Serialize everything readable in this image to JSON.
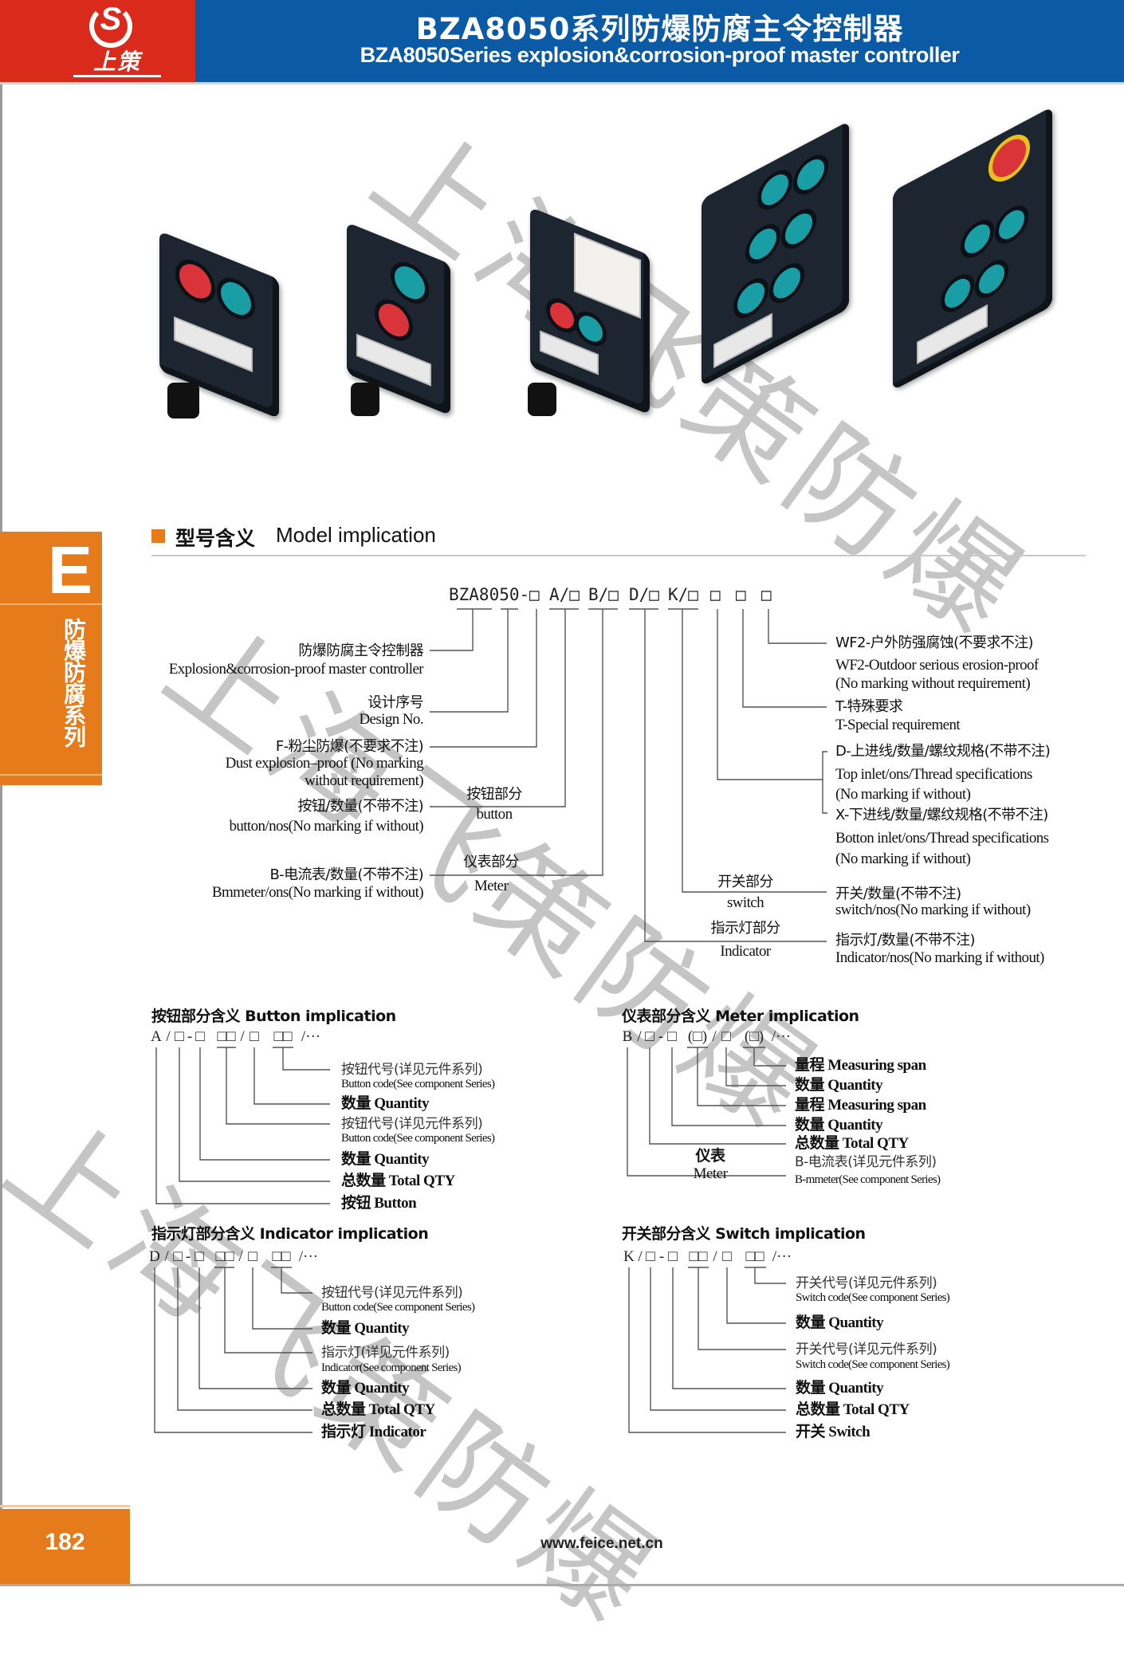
{
  "header": {
    "logo_letter": "S",
    "logo_text": "上策",
    "title_cn": "BZA8050系列防爆防腐主令控制器",
    "title_en": "BZA8050Series explosion&corrosion-proof master controller"
  },
  "side_tab": {
    "letter": "E",
    "label": "防爆防腐系列"
  },
  "watermark": "上海飞策防爆",
  "colors": {
    "brand_red": "#d92a1c",
    "brand_blue": "#0b5aa6",
    "accent_orange": "#e57b1a",
    "button_teal": "#1a9ea6"
  },
  "model": {
    "title_cn": "型号含义",
    "title_en": "Model implication",
    "code": [
      "BZA8050-",
      "□",
      "A/□",
      "B/□",
      "D/□",
      "K/□",
      "□",
      "□",
      "□"
    ],
    "left": [
      {
        "cn": "防爆防腐主令控制器",
        "en": "Explosion&corrosion-proof master controller"
      },
      {
        "cn": "设计序号",
        "en": "Design No."
      },
      {
        "cn": "F-粉尘防爆(不要求不注)",
        "en": "Dust explosion–proof (No marking",
        "en2": "without requirement)"
      },
      {
        "cn": "按钮/数量(不带不注)",
        "en": "button/nos(No marking if without)"
      },
      {
        "cn": "B-电流表/数量(不带不注)",
        "en": "Bmmeter/ons(No marking if without)"
      }
    ],
    "mid": [
      {
        "cn": "按钮部分",
        "en": "button"
      },
      {
        "cn": "仪表部分",
        "en": "Meter"
      },
      {
        "cn": "开关部分",
        "en": "switch"
      },
      {
        "cn": "指示灯部分",
        "en": "Indicator"
      }
    ],
    "right": [
      {
        "cn": "WF2-户外防强腐蚀(不要求不注)",
        "en": "WF2-Outdoor serious erosion-proof",
        "en2": "(No marking without requirement)"
      },
      {
        "cn": "T-特殊要求",
        "en": "T-Special requirement"
      },
      {
        "cn": "D-上进线/数量/螺纹规格(不带不注)",
        "en": "Top inlet/ons/Thread specifications",
        "en2": "(No marking if without)"
      },
      {
        "cn": "X-下进线/数量/螺纹规格(不带不注)",
        "en": "Botton inlet/ons/Thread specifications",
        "en2": "(No marking if without)"
      },
      {
        "cn": "开关/数量(不带不注)",
        "en": "switch/nos(No marking if without)"
      },
      {
        "cn": "指示灯/数量(不带不注)",
        "en": "Indicator/nos(No marking if without)"
      }
    ]
  },
  "button_impl": {
    "title": "按钮部分含义 Button implication",
    "code": [
      "A",
      "/",
      "□",
      "-",
      "□",
      "□□",
      "/",
      "□",
      "□□",
      "/···"
    ],
    "rows": [
      {
        "cn": "按钮代号(详见元件系列)",
        "en": "Button code(See component Series)"
      },
      {
        "text": "数量 Quantity"
      },
      {
        "cn": "按钮代号(详见元件系列)",
        "en": "Button code(See component Series)"
      },
      {
        "text": "数量 Quantity"
      },
      {
        "text": "总数量 Total QTY"
      },
      {
        "text": "按钮 Button"
      }
    ]
  },
  "meter_impl": {
    "title": "仪表部分含义 Meter implication",
    "code": [
      "B",
      "/",
      "□",
      "-",
      "□",
      "(□)",
      "/",
      "□",
      "(□)",
      "/···"
    ],
    "rows": [
      {
        "text": "量程 Measuring span"
      },
      {
        "text": "数量 Quantity"
      },
      {
        "text": "量程 Measuring span"
      },
      {
        "text": "数量 Quantity"
      },
      {
        "text": "总数量 Total QTY"
      },
      {
        "cn": "B-电流表(详见元件系列)",
        "en": "B-mmeter(See component Series)"
      }
    ],
    "side_label": {
      "cn": "仪表",
      "en": "Meter"
    }
  },
  "indicator_impl": {
    "title": "指示灯部分含义 Indicator implication",
    "code": [
      "D",
      "/",
      "□",
      "-",
      "□",
      "□□",
      "/",
      "□",
      "□□",
      "/···"
    ],
    "rows": [
      {
        "cn": "按钮代号(详见元件系列)",
        "en": "Button code(See component Series)"
      },
      {
        "text": "数量 Quantity"
      },
      {
        "cn": "指示灯(详见元件系列)",
        "en": "Indicator(See component Series)"
      },
      {
        "text": "数量 Quantity"
      },
      {
        "text": "总数量 Total QTY"
      },
      {
        "text": "指示灯 Indicator"
      }
    ]
  },
  "switch_impl": {
    "title": "开关部分含义 Switch implication",
    "code": [
      "K",
      "/",
      "□",
      "-",
      "□",
      "□□",
      "/",
      "□",
      "□□",
      "/···"
    ],
    "rows": [
      {
        "cn": "开关代号(详见元件系列)",
        "en": "Switch code(See component Series)"
      },
      {
        "text": "数量 Quantity"
      },
      {
        "cn": "开关代号(详见元件系列)",
        "en": "Switch code(See component Series)"
      },
      {
        "text": "数量 Quantity"
      },
      {
        "text": "总数量 Total QTY"
      },
      {
        "text": "开关 Switch"
      }
    ]
  },
  "footer": {
    "page": "182",
    "url": "www.feice.net.cn"
  }
}
